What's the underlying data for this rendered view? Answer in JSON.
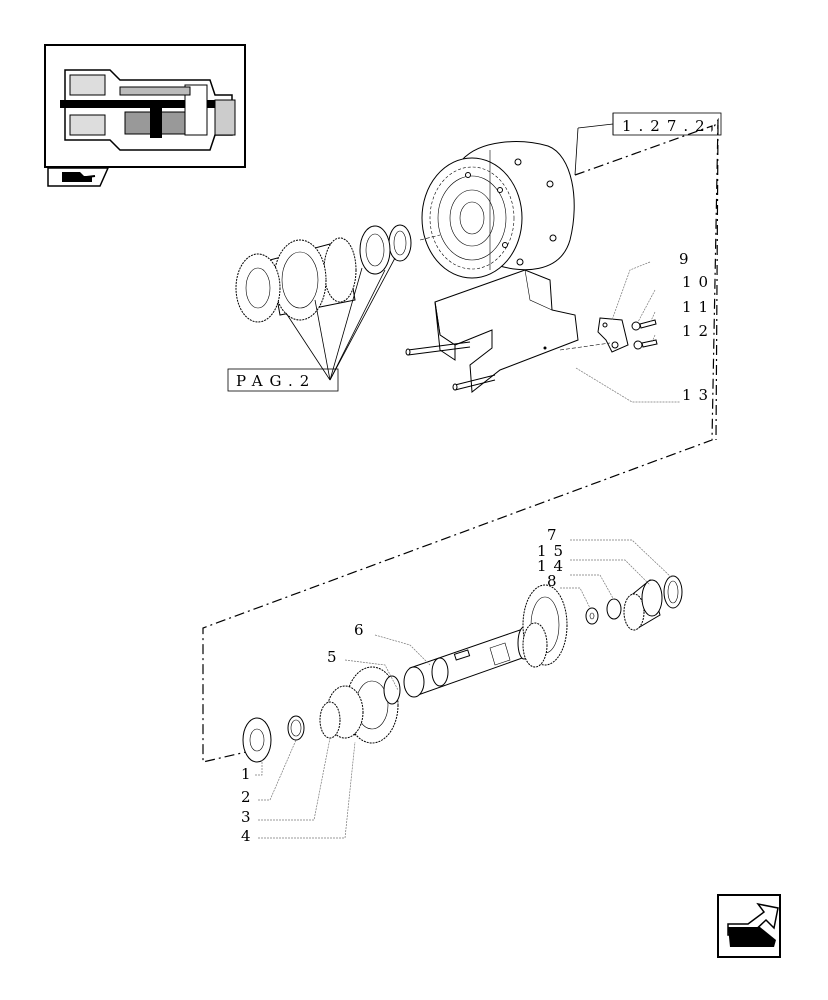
{
  "refs": {
    "top_ref": "1.27.2",
    "page_ref": "PAG.2"
  },
  "callouts": {
    "c1": "1",
    "c2": "2",
    "c3": "3",
    "c4": "4",
    "c5": "5",
    "c6": "6",
    "c7": "7",
    "c8": "8",
    "c9": "9",
    "c10": "10",
    "c11": "11",
    "c12": "12",
    "c13": "13",
    "c14": "14",
    "c15": "15"
  },
  "icons": {
    "thumbnail": "transmission-thumbnail-icon",
    "thumbnail_tab": "book-tab-icon",
    "nav": "previous-page-arrow-icon"
  }
}
